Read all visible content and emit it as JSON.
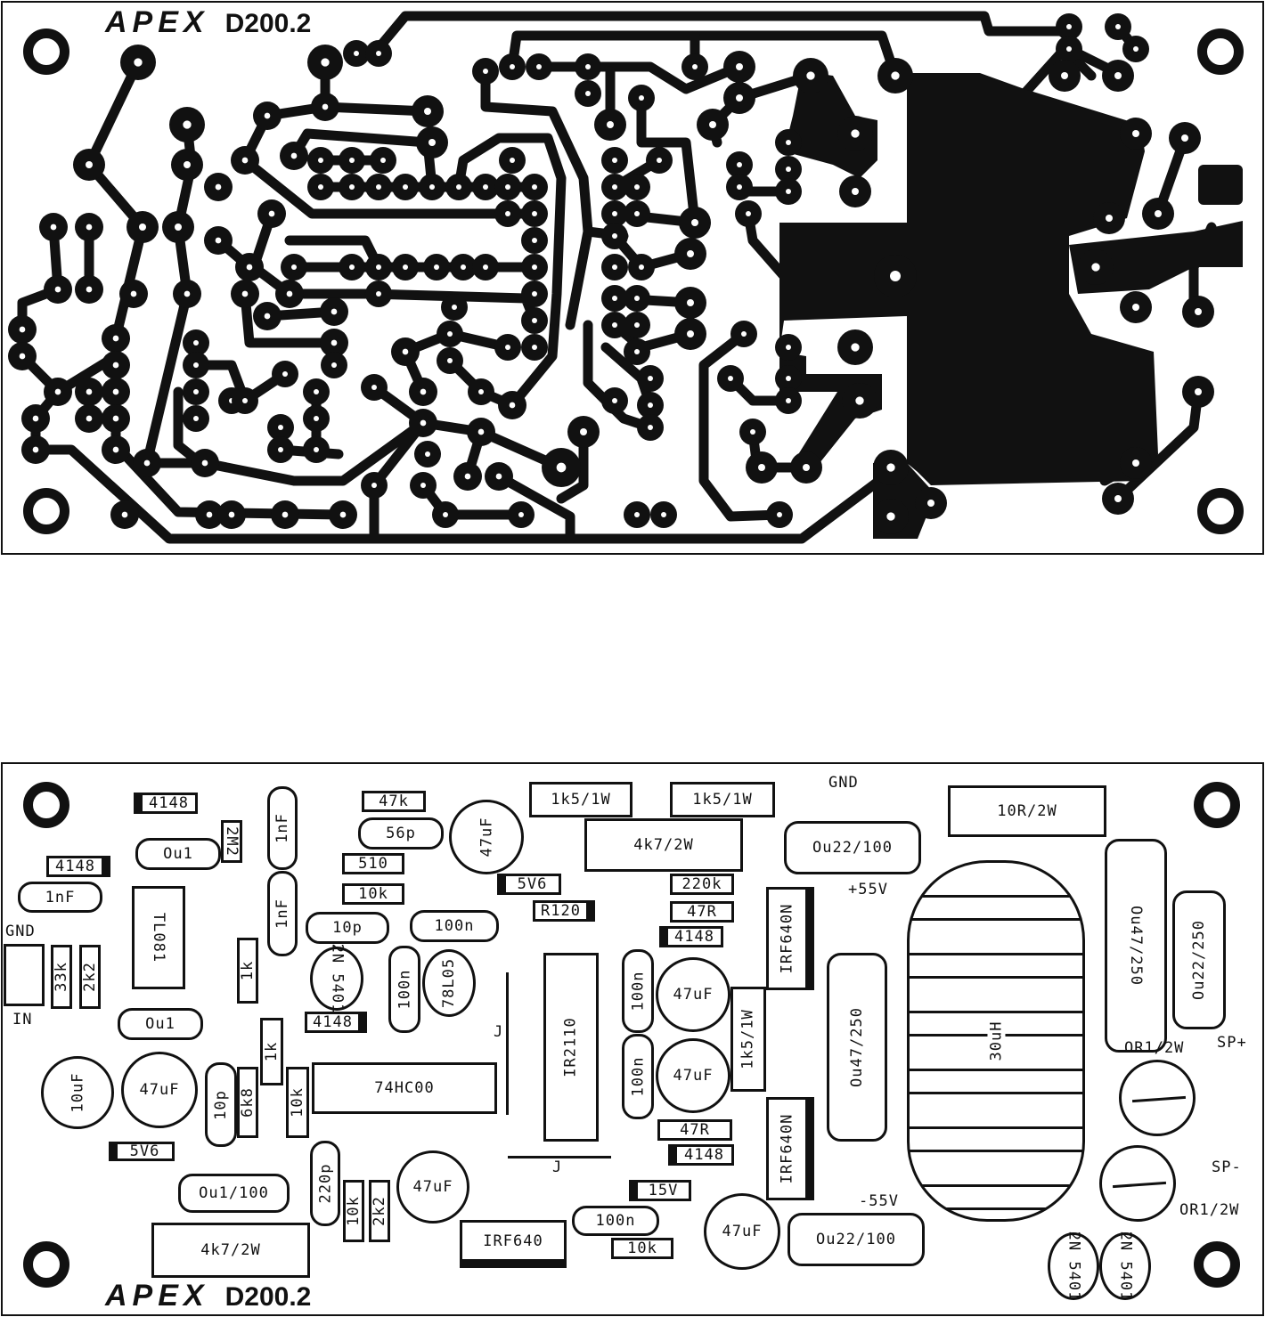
{
  "title": {
    "brand": "APEX",
    "model": "D200.2"
  },
  "labels": {
    "gnd_top": "GND",
    "vplus": "+55V",
    "vminus": "-55V",
    "sp_plus": "SP+",
    "sp_minus": "SP-",
    "gnd_in": "GND",
    "in": "IN",
    "j1": "J",
    "j2": "J",
    "or1": "OR1/2W",
    "or2": "OR1/2W"
  },
  "components": [
    {
      "label": "4148"
    },
    {
      "label": "4148"
    },
    {
      "label": "1nF"
    },
    {
      "label": "Ou1"
    },
    {
      "label": "2M2"
    },
    {
      "label": "TL081"
    },
    {
      "label": "1nF"
    },
    {
      "label": "1nF"
    },
    {
      "label": ""
    },
    {
      "label": ""
    },
    {
      "label": "33k"
    },
    {
      "label": "2k2"
    },
    {
      "label": "1k"
    },
    {
      "label": "Ou1"
    },
    {
      "label": "10uF"
    },
    {
      "label": "47uF"
    },
    {
      "label": "10p"
    },
    {
      "label": "6k8"
    },
    {
      "label": "1k"
    },
    {
      "label": "10k"
    },
    {
      "label": "74HC00"
    },
    {
      "label": "5V6"
    },
    {
      "label": "220p"
    },
    {
      "label": "10k"
    },
    {
      "label": "2k2"
    },
    {
      "label": "47uF"
    },
    {
      "label": "Ou1/100"
    },
    {
      "label": "4k7/2W"
    },
    {
      "label": "47k"
    },
    {
      "label": "56p"
    },
    {
      "label": "510"
    },
    {
      "label": "10k"
    },
    {
      "label": "10p"
    },
    {
      "label": "100n"
    },
    {
      "label": "2N 5401"
    },
    {
      "label": "100n"
    },
    {
      "label": "78L05"
    },
    {
      "label": "4148"
    },
    {
      "label": "47uF"
    },
    {
      "label": "5V6"
    },
    {
      "label": "R120"
    },
    {
      "label": "1k5/1W"
    },
    {
      "label": "1k5/1W"
    },
    {
      "label": "4k7/2W"
    },
    {
      "label": "220k"
    },
    {
      "label": "47R"
    },
    {
      "label": "4148"
    },
    {
      "label": "IR2110"
    },
    {
      "label": "100n"
    },
    {
      "label": "100n"
    },
    {
      "label": "47uF"
    },
    {
      "label": "47uF"
    },
    {
      "label": "1k5/1W"
    },
    {
      "label": "47R"
    },
    {
      "label": "4148"
    },
    {
      "label": "15V"
    },
    {
      "label": "100n"
    },
    {
      "label": "10k"
    },
    {
      "label": "IRF640"
    },
    {
      "label": "47uF"
    },
    {
      "label": "IRF640N"
    },
    {
      "label": "IRF640N"
    },
    {
      "label": "Ou22/100"
    },
    {
      "label": "Ou47/250"
    },
    {
      "label": "Ou22/100"
    },
    {
      "label": "10R/2W"
    },
    {
      "label": "30uH"
    },
    {
      "label": "Ou47/250"
    },
    {
      "label": "Ou22/250"
    },
    {
      "label": ""
    },
    {
      "label": ""
    },
    {
      "label": "2N 5401"
    },
    {
      "label": "2N 5401"
    }
  ]
}
